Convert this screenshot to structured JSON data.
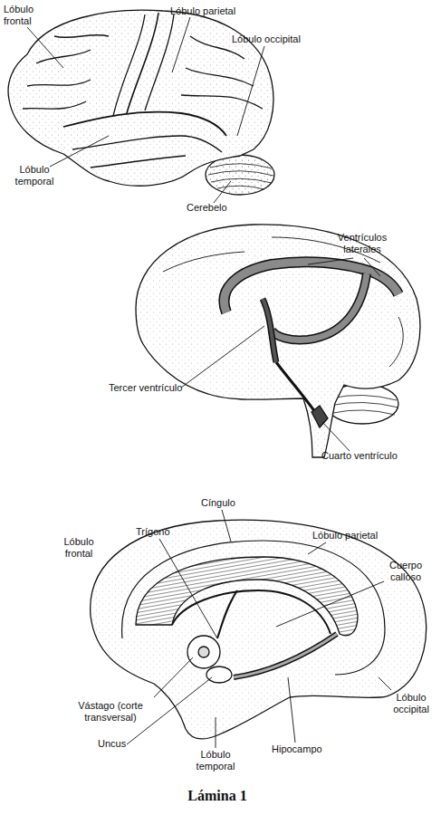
{
  "diagram": {
    "caption": "Lámina 1",
    "labels": [
      "Lóbulo frontal",
      "Lóbulo parietal",
      "Lóbulo occipital",
      "Lóbulo temporal",
      "Cerebelo",
      "Ventrículos laterales",
      "Tercer ventrículo",
      "Cuarto ventrículo",
      "Cíngulo",
      "Lóbulo parietal",
      "Trígono",
      "Cuerpo calloso",
      "Lóbulo frontal",
      "Vástago (corte transversal)",
      "Lóbulo occipital",
      "Uncus",
      "Lóbulo temporal",
      "Hipocampo"
    ]
  }
}
